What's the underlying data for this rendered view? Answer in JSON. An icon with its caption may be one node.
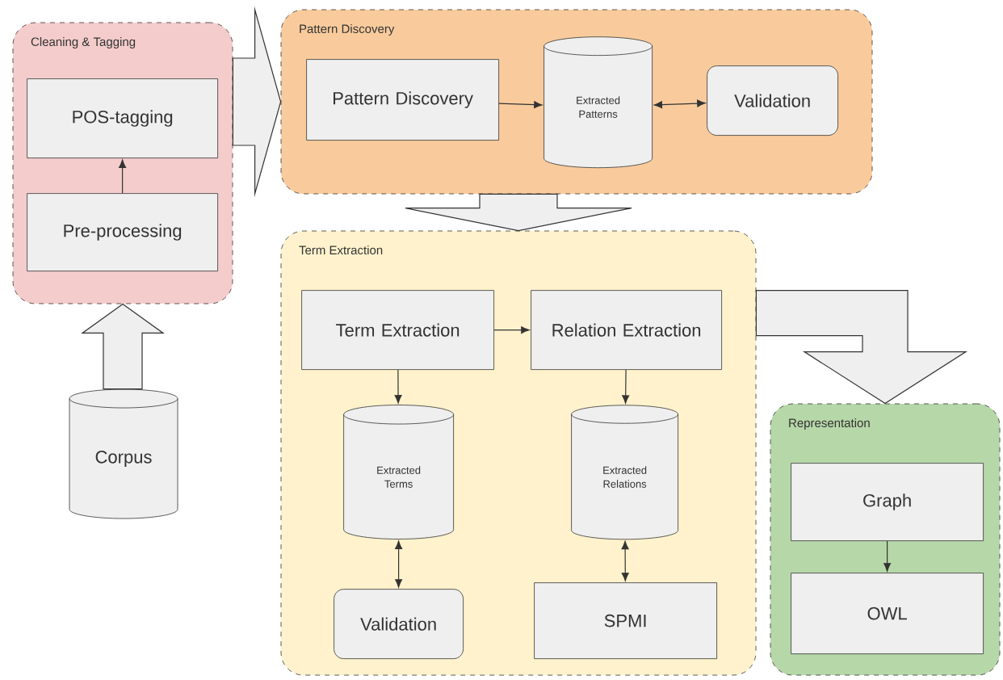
{
  "diagram": {
    "nodes": [
      {
        "text": [
          "Cleaning & Tagging"
        ]
      },
      {
        "text": [
          "POS-tagging"
        ],
        "in": 0
      },
      {
        "text": [
          "Pre-processing"
        ],
        "in": 0
      },
      {
        "text": [
          "Corpus"
        ]
      },
      {
        "text": [
          "Pattern Discovery"
        ]
      },
      {
        "text": [
          "Pattern Discovery"
        ],
        "in": 4
      },
      {
        "text": [
          "Extracted Patterns"
        ],
        "in": 4
      },
      {
        "text": [
          "Validation"
        ],
        "in": 4
      },
      {
        "text": [
          "Term Extraction"
        ]
      },
      {
        "text": [
          "Term Extraction"
        ],
        "in": 8
      },
      {
        "text": [
          "Relation Extraction"
        ],
        "in": 8
      },
      {
        "text": [
          "Extracted Terms"
        ],
        "in": 8
      },
      {
        "text": [
          "Extracted Relations"
        ],
        "in": 8
      },
      {
        "text": [
          "Validation"
        ],
        "in": 8
      },
      {
        "text": [
          "SPMI"
        ],
        "in": 8
      },
      {
        "text": [
          "Representation"
        ]
      },
      {
        "text": [
          "Graph"
        ],
        "in": 15
      },
      {
        "text": [
          "OWL"
        ],
        "in": 15
      }
    ],
    "edges": [
      {
        "from": 3,
        "to": 0,
        "arrow": "to",
        "style": "thick"
      },
      {
        "from": 0,
        "to": 4,
        "arrow": "to",
        "style": "thick"
      },
      {
        "from": 4,
        "to": 8,
        "arrow": "to",
        "style": "thick"
      },
      {
        "from": 8,
        "to": 15,
        "arrow": "to",
        "style": "thick"
      },
      {
        "from": 2,
        "to": 1,
        "arrow": "to"
      },
      {
        "from": 5,
        "to": 6,
        "arrow": "to"
      },
      {
        "from": 6,
        "to": 7,
        "arrow": "both"
      },
      {
        "from": 9,
        "to": 10,
        "arrow": "to"
      },
      {
        "from": 9,
        "to": 11,
        "arrow": "to"
      },
      {
        "from": 10,
        "to": 12,
        "arrow": "to"
      },
      {
        "from": 11,
        "to": 13,
        "arrow": "both"
      },
      {
        "from": 12,
        "to": 14,
        "arrow": "both"
      },
      {
        "from": 16,
        "to": 17,
        "arrow": "to"
      }
    ]
  }
}
